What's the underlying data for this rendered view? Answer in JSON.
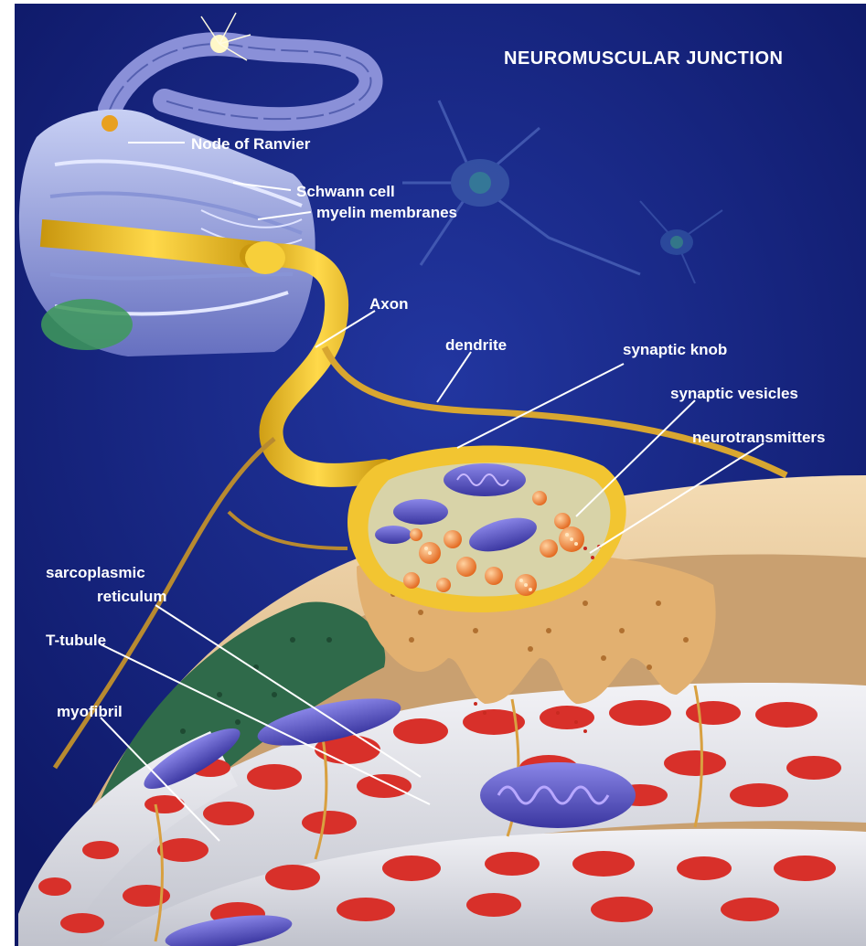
{
  "title": "NEUROMUSCULAR  JUNCTION",
  "labels": {
    "node_of_ranvier": "Node of Ranvier",
    "schwann_cell": "Schwann cell",
    "myelin_membranes": "myelin membranes",
    "axon": "Axon",
    "dendrite": "dendrite",
    "synaptic_knob": "synaptic knob",
    "synaptic_vesicles": "synaptic vesicles",
    "neurotransmitters": "neurotransmitters",
    "sarcoplasmic_1": "sarcoplasmic",
    "sarcoplasmic_2": "reticulum",
    "t_tubule": "T-tubule",
    "myofibril": "myofibril"
  },
  "colors": {
    "background": "#1a2a8a",
    "axon": "#f2c531",
    "myelin": "#9aa8e0",
    "muscle_red": "#d8302a",
    "mitochondria": "#5a56c8",
    "sarcolemma": "#e8c89a",
    "sarcoplasmic_green": "#2f6a4a"
  }
}
